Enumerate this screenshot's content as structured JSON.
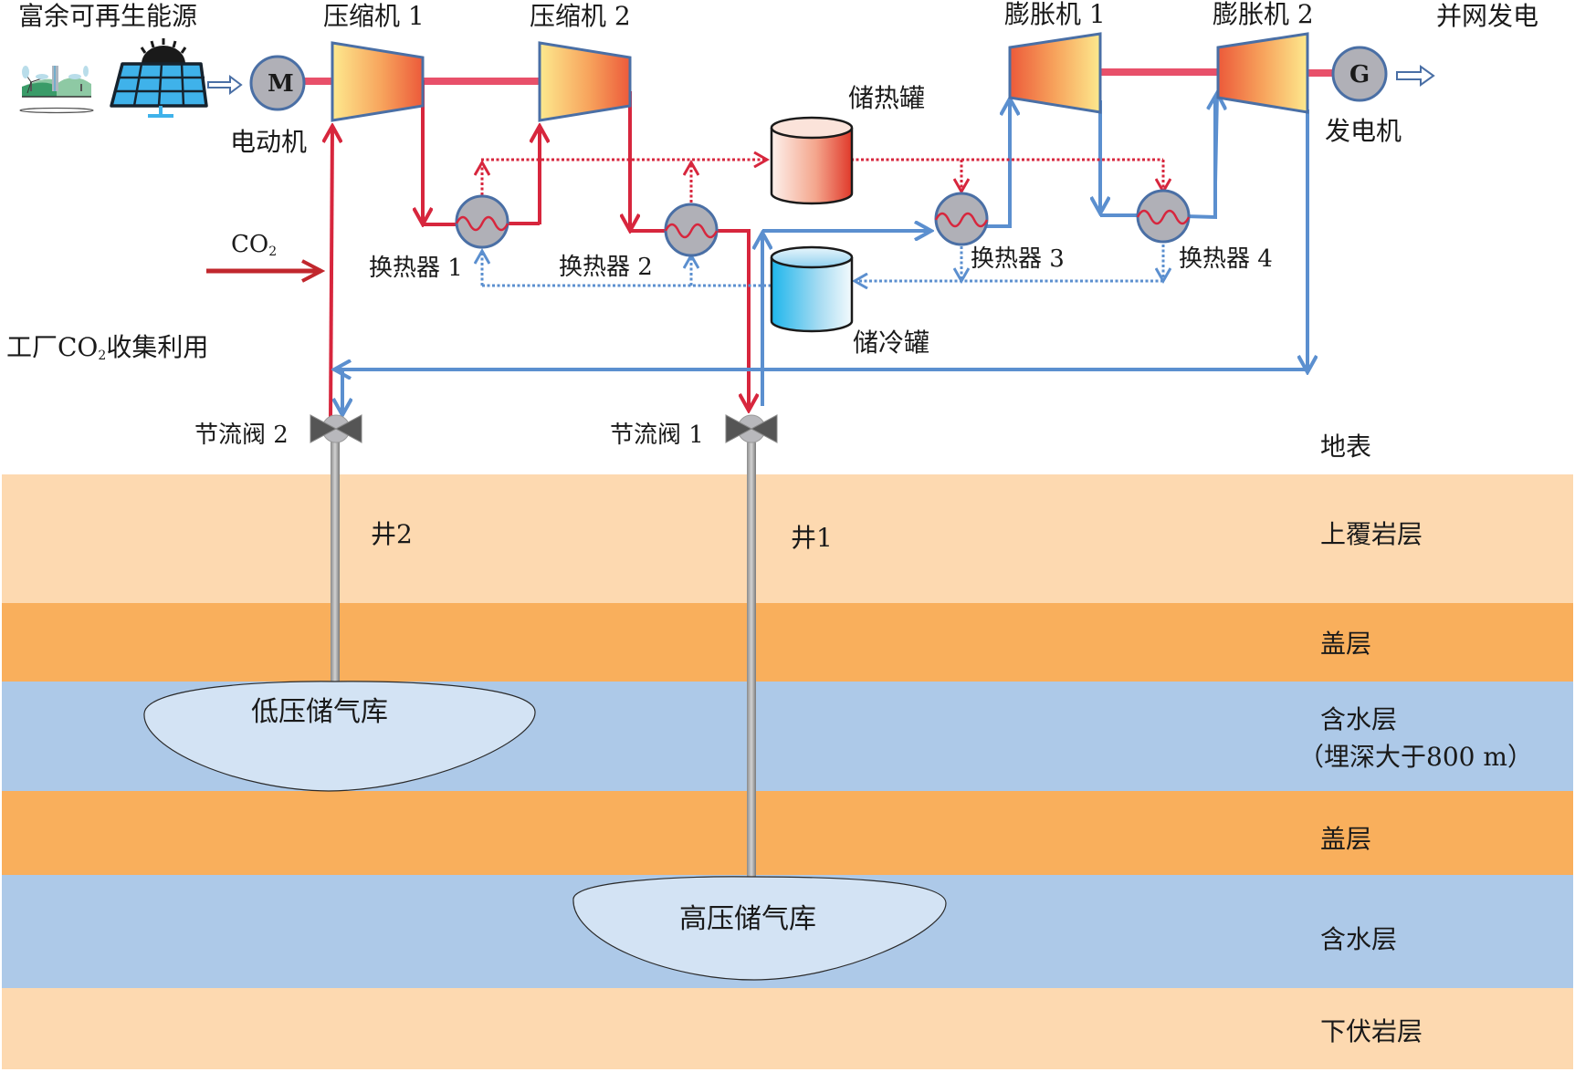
{
  "title": "CO2 storage in aquifers energy storage system schematic",
  "labels": {
    "renewable_source": "富余可再生能源",
    "compressor_1": "压缩机 1",
    "compressor_2": "压缩机 2",
    "expander_1": "膨胀机 1",
    "expander_2": "膨胀机 2",
    "grid_output": "并网发电",
    "motor": "电动机",
    "motor_symbol": "M",
    "generator": "发电机",
    "generator_symbol": "G",
    "hot_tank": "储热罐",
    "cold_tank": "储冷罐",
    "hx_1": "换热器 1",
    "hx_2": "换热器 2",
    "hx_3": "换热器 3",
    "hx_4": "换热器 4",
    "co2_input": "CO",
    "co2_sub": "2",
    "factory_prefix": "工厂CO",
    "factory_sub": "2",
    "factory_suffix": "收集利用",
    "valve_2": "节流阀 2",
    "valve_1": "节流阀 1",
    "well_2": "井2",
    "well_1": "井1",
    "low_pressure_store": "低压储气库",
    "high_pressure_store": "高压储气库"
  },
  "strata": [
    {
      "name": "地表",
      "color": "#ffffff"
    },
    {
      "name": "上覆岩层",
      "color": "#fdd9b0"
    },
    {
      "name": "盖层",
      "color": "#f9af5c"
    },
    {
      "name": "含水层",
      "sub": "（埋深大于800 m）",
      "color": "#adc9e8"
    },
    {
      "name": "盖层",
      "color": "#f9af5c"
    },
    {
      "name": "含水层",
      "color": "#adc9e8"
    },
    {
      "name": "下伏岩层",
      "color": "#fdd9b0"
    }
  ],
  "colors": {
    "hot_line": "#d7263d",
    "cold_line": "#5b8fcf",
    "shaft": "#e8506a",
    "machine_outline": "#4a6fa5",
    "reservoir_fill": "#d3e3f4"
  }
}
